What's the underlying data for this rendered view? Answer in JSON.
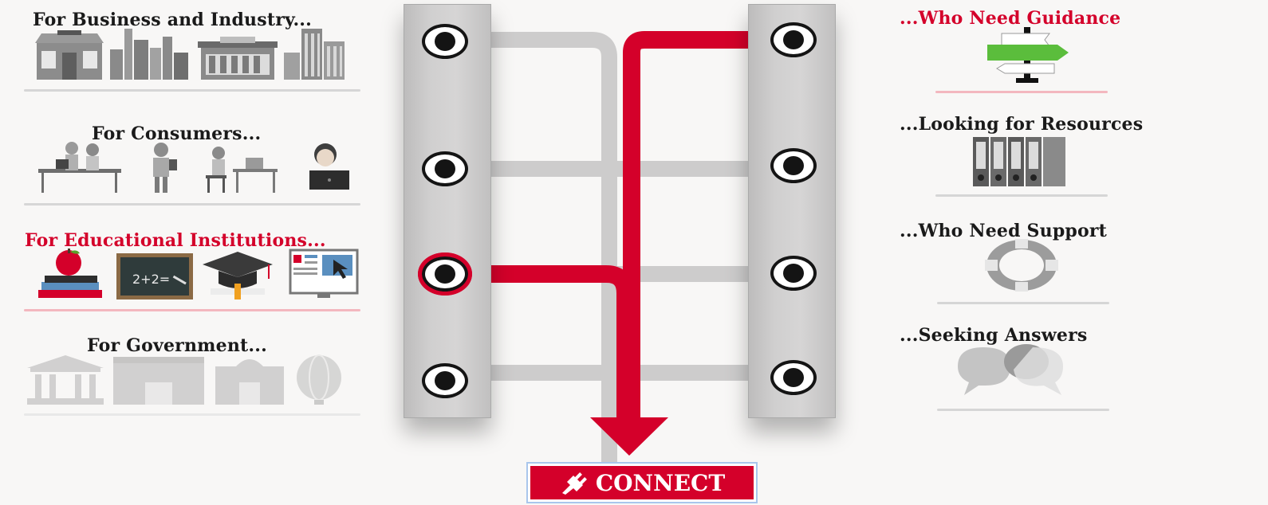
{
  "left": {
    "business": {
      "heading": "For Business and Industry...",
      "icons": [
        "shop-icon",
        "factory-icon",
        "cafe-icon",
        "skyscraper-icon"
      ]
    },
    "consumers": {
      "heading": "For Consumers...",
      "icons": [
        "people-at-table-icon",
        "person-with-tablet-icon",
        "person-at-desk-icon",
        "person-with-laptop-icon"
      ]
    },
    "education": {
      "heading": "For Educational Institutions...",
      "icons": [
        "apple-books-icon",
        "chalkboard-icon",
        "graduation-cap-icon",
        "computer-screen-icon"
      ]
    },
    "government": {
      "heading": "For Government...",
      "icons": [
        "courthouse-icon",
        "police-building-icon",
        "city-hall-icon",
        "globe-icon"
      ]
    }
  },
  "right": {
    "guidance": {
      "heading": "...Who Need Guidance",
      "icon": "signpost-icon"
    },
    "resources": {
      "heading": "...Looking for Resources",
      "icon": "binders-icon"
    },
    "support": {
      "heading": "...Who Need Support",
      "icon": "life-ring-icon"
    },
    "answers": {
      "heading": "...Seeking Answers",
      "icon": "speech-bubbles-icon"
    }
  },
  "chalkboard_text": "2+2=",
  "connect": {
    "label": "CONNECT",
    "icon": "plug-icon"
  },
  "colors": {
    "accent": "#d4002a",
    "ladder": "#cfcece",
    "rung": "#cdcccc",
    "text": "#1a1a1a"
  },
  "selected": {
    "left": "education",
    "right": "guidance"
  }
}
